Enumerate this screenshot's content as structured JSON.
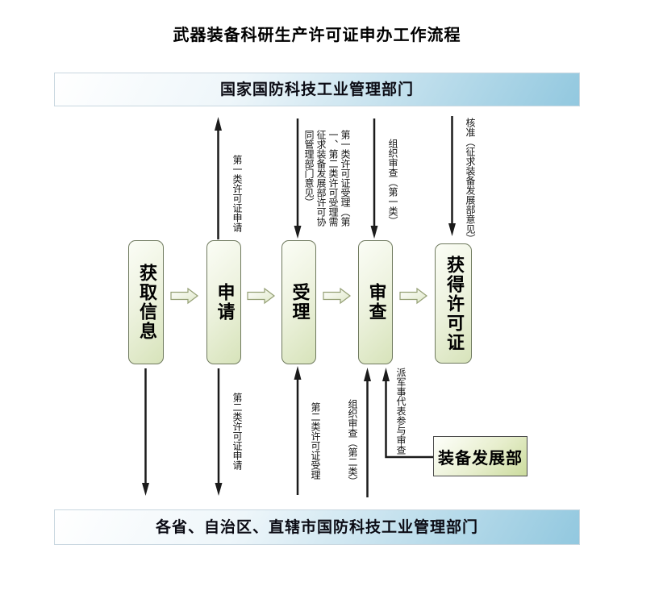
{
  "title": "武器装备科研生产许可证申办工作流程",
  "organizations": {
    "national": "国家国防科技工业管理部门",
    "provincial": "各省、自治区、直辖市国防科技工业管理部门",
    "equipment_dev": "装备发展部"
  },
  "steps": [
    "获取信息",
    "申请",
    "受理",
    "审查",
    "获得许可证"
  ],
  "arrow_labels": {
    "class1_apply": "第一类许可证申请",
    "class1_accept": "第一类许可证受理（第一、第二类许可受理需征求装备发展部许可协同管理部门意见）",
    "class1_review": "组织审查（第一类）",
    "approval": "核准（征求装备发展部意见）",
    "class2_apply": "第二类许可证申请",
    "class2_accept": "第二类许可证受理",
    "class2_review": "组织审查（第二类）",
    "military_rep": "派军事代表参与审查"
  },
  "colors": {
    "bar_gradient": [
      "#ffffff",
      "#92c8df"
    ],
    "step_box_gradient": [
      "#fbfdf6",
      "#d7e3ba"
    ],
    "side_box_gradient": [
      "#fefffb",
      "#ccdc9e"
    ],
    "arrow_line": "#1b1b1b",
    "flow_arrow_fill": "#e8efd4",
    "flow_arrow_stroke": "#95a075"
  }
}
